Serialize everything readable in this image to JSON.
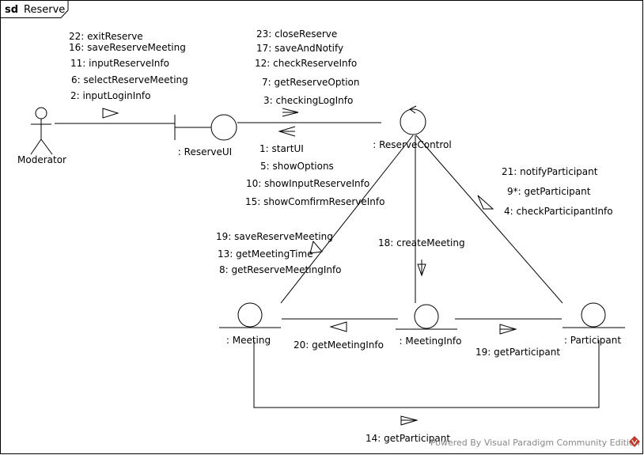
{
  "frame": {
    "keyword": "sd",
    "name": "Reserve"
  },
  "lifelines": {
    "actor": ": Moderator",
    "actor_label": "Moderator",
    "boundary": ": ReserveUI",
    "control": ": ReserveControl",
    "meeting": ": Meeting",
    "meeting_info": ": MeetingInfo",
    "participant": ": Participant"
  },
  "messages": {
    "actor_to_ui": [
      "22: exitReserve",
      "16: saveReserveMeeting",
      "11: inputReserveInfo",
      "6: selectReserveMeeting",
      "2: inputLoginInfo"
    ],
    "ui_to_control": [
      "23: closeReserve",
      "17: saveAndNotify",
      "12: checkReserveInfo",
      "7: getReserveOption",
      "3: checkingLogInfo"
    ],
    "control_to_ui": [
      "1: startUI",
      "5: showOptions",
      "10: showInputReserveInfo",
      "15: showComfirmReserveInfo"
    ],
    "control_to_participant": [
      "21: notifyParticipant",
      "9*: getParticipant",
      "4: checkParticipantInfo"
    ],
    "control_to_meeting": [
      "19: saveReserveMeeting",
      "13: getMeetingTime",
      "8: getReserveMeetingInfo"
    ],
    "control_to_meetinginfo": [
      "18: createMeeting"
    ],
    "meetinginfo_to_meeting": [
      "20: getMeetingInfo"
    ],
    "meetinginfo_to_participant": [
      "19: getParticipant"
    ],
    "meeting_to_participant": [
      "14: getParticipant"
    ]
  },
  "footer": {
    "watermark": "Powered By  Visual Paradigm Community Edition"
  },
  "colors": {
    "line": "#000000",
    "watermark_icon": "#c0392b"
  }
}
